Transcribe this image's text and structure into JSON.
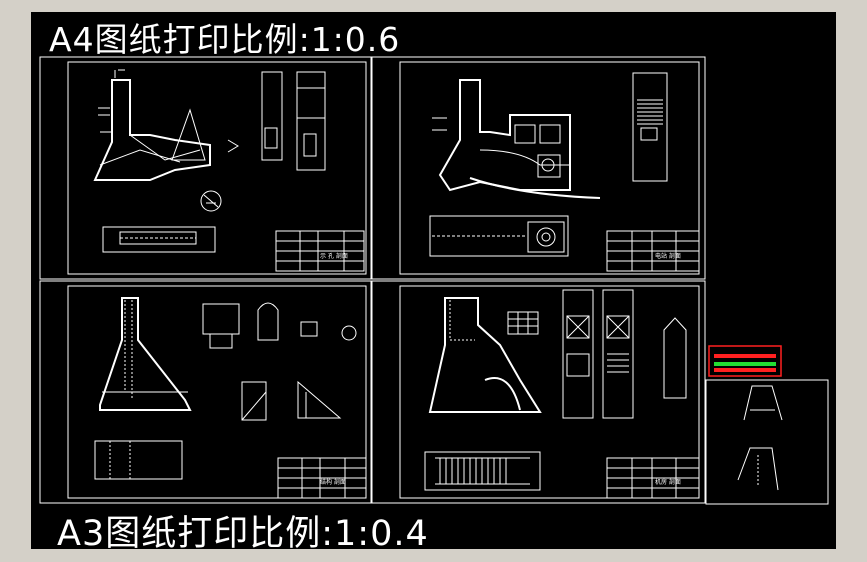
{
  "labels": {
    "a4_scale": "A4图纸打印比例:1:0.6",
    "a3_scale": "A3图纸打印比例:1:0.4"
  },
  "sheets": [
    {
      "id": "top-left",
      "title_block": "示 孔 剖面"
    },
    {
      "id": "top-right",
      "title_block": "电站 剖面"
    },
    {
      "id": "bottom-left",
      "title_block": "结构 剖面"
    },
    {
      "id": "bottom-right",
      "title_block": "机房 剖面"
    }
  ],
  "colors": {
    "background_outer": "#d4d0c8",
    "canvas": "#000000",
    "lines": "#ffffff",
    "accent_red": "#ff2020",
    "accent_green": "#22dd33"
  }
}
